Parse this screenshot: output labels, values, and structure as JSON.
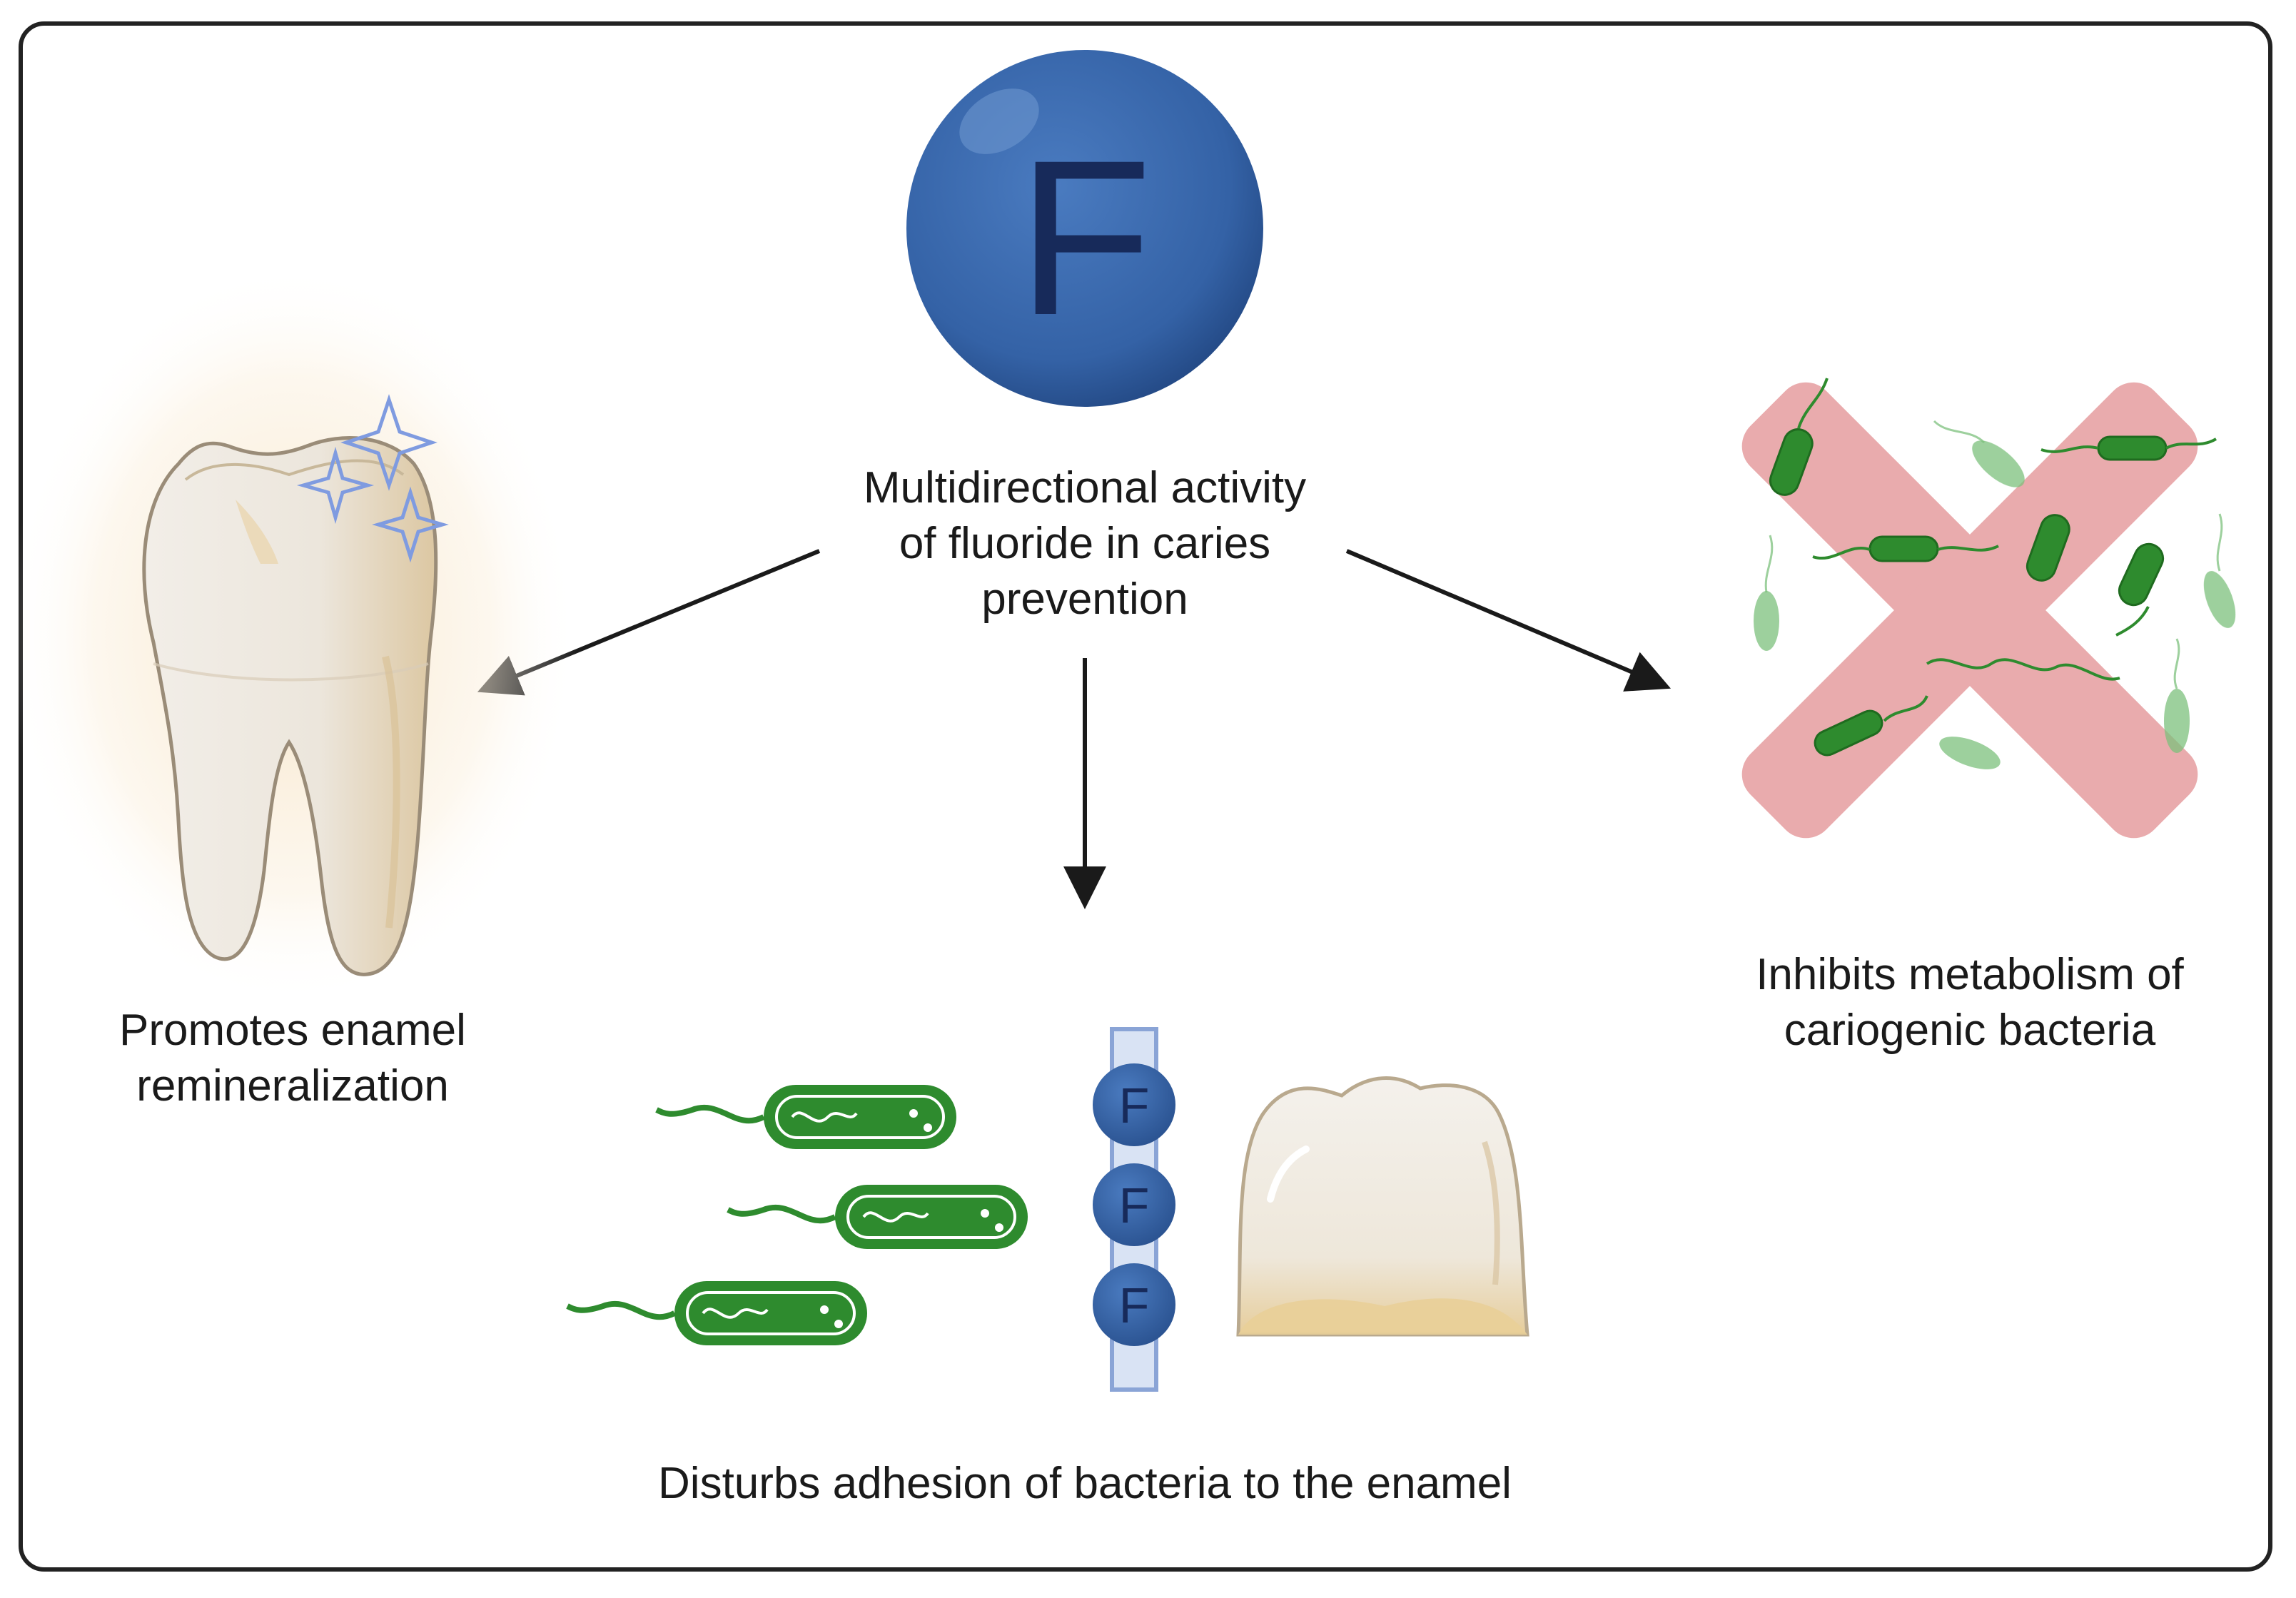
{
  "diagram": {
    "center_symbol": "F",
    "center_label": "Multidirectional activity\nof fluoride in caries\nprevention",
    "left_label": "Promotes enamel\nremineralization",
    "right_label": "Inhibits metabolism of\ncariogenic bacteria",
    "bottom_label": "Disturbs adhesion of bacteria to the enamel",
    "barrier_symbols": [
      "F",
      "F",
      "F"
    ]
  },
  "colors": {
    "fluoride_blue": "#3462a6",
    "bacteria_green": "#2e8b2e",
    "cross_pink": "#e8a7a9",
    "tooth_cream": "#f3ede4",
    "sparkle_blue": "#7f9be0",
    "arrow": "#1a1a1a"
  },
  "icons": [
    "fluoride-ion-icon",
    "tooth-icon",
    "sparkle-icon",
    "bacteria-icon",
    "cross-icon",
    "barrier-icon",
    "molar-icon"
  ]
}
